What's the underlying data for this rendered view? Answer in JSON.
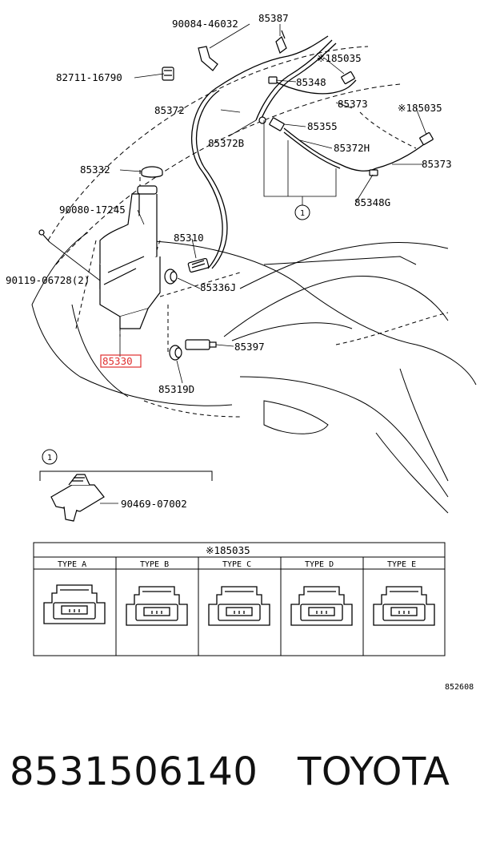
{
  "callouts": {
    "c90084_46032": "90084-46032",
    "c85387": "85387",
    "c82711_16790": "82711-16790",
    "c85035_a": "※185035",
    "c85348": "85348",
    "c85372": "85372",
    "c85373_a": "85373",
    "c85035_b": "※185035",
    "c85372B": "85372B",
    "c85355": "85355",
    "c85372H": "85372H",
    "c85332": "85332",
    "c85373_b": "85373",
    "c85348G": "85348G",
    "c90080_17245": "90080-17245",
    "c85310": "85310",
    "c90119_06728": "90119-06728(2)",
    "c85336J": "85336J",
    "c85397": "85397",
    "c85330": "85330",
    "c85319D": "85319D",
    "circle1": "1"
  },
  "detail": {
    "circle": "1",
    "clip_label": "90469-07002"
  },
  "type_table": {
    "title": "※185035",
    "headers": [
      "TYPE A",
      "TYPE B",
      "TYPE C",
      "TYPE D",
      "TYPE E"
    ]
  },
  "figure_code": "852608",
  "footer": {
    "part_number": "8531506140",
    "brand": "TOYOTA"
  },
  "colors": {
    "highlight": "#e03030",
    "line": "#000000"
  }
}
